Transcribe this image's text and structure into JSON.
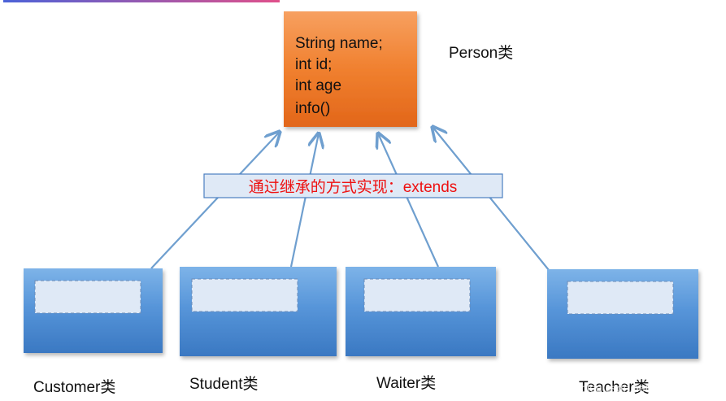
{
  "parent_class": {
    "fields": [
      "String name;",
      "int id;",
      "int age",
      "info()"
    ],
    "label": "Person类"
  },
  "inheritance_note": "通过继承的方式实现：extends",
  "child_classes": [
    {
      "label": "Customer类"
    },
    {
      "label": "Student类"
    },
    {
      "label": "Waiter类"
    },
    {
      "label": "Teacher类"
    }
  ],
  "watermark": "https://blog.csdn.net/qq_43182741",
  "colors": {
    "parent_box_top": "#f5914a",
    "parent_box_bottom": "#e8691c",
    "child_box_top": "#6aa5e0",
    "child_box_bottom": "#3f7fc6",
    "arrow": "#6f9fcf",
    "note_text": "#ee1111",
    "note_fill": "#dfe9f6",
    "note_border": "#4a7fc0",
    "accent_line_start": "#4b62d8",
    "accent_line_end": "#e0508a"
  }
}
